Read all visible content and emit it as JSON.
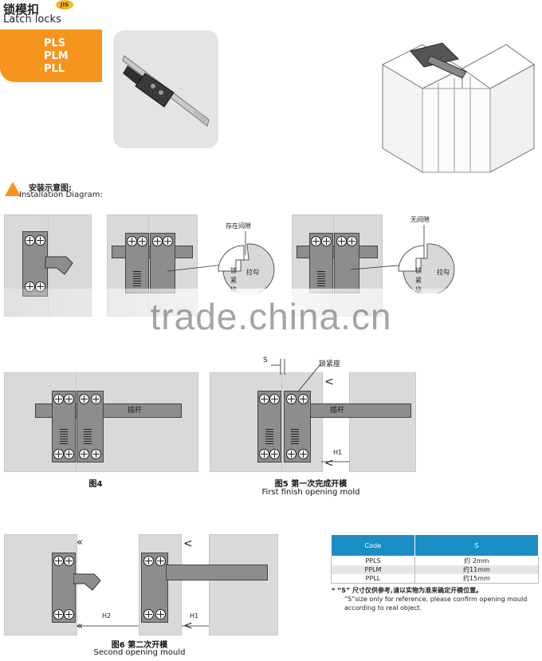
{
  "header": {
    "title_cn": "锁模扣",
    "badge": "JIS",
    "title_en": "Latch locks"
  },
  "models": [
    "PLS",
    "PLM",
    "PLL"
  ],
  "install": {
    "title_cn": "安装示意图:",
    "title_en": "Installation Diagram:"
  },
  "diagrams": {
    "gap_label": "存在间隙",
    "no_gap_label": "无间隙",
    "lock_tight_chars": [
      "锁",
      "紧",
      "块"
    ],
    "hook_label": "拉勾",
    "insert_rod": "插杆",
    "lock_seat": "锁紧座",
    "s_label": "S",
    "h1_label": "H1",
    "h2_label": "H2"
  },
  "captions": {
    "fig4": "图4",
    "fig5_cn": "图5 第一次完成开模",
    "fig5_en": "First finish opening mold",
    "fig6_cn": "图6 第二次开模",
    "fig6_en": "Second opening mould"
  },
  "spec_table": {
    "headers": [
      "Code",
      "S"
    ],
    "rows": [
      [
        "PPLS",
        "约  2mm"
      ],
      [
        "PPLM",
        "约11mm"
      ],
      [
        "PPLL",
        "约15mm"
      ]
    ]
  },
  "note": {
    "cn": "* “S” 尺寸仅供参考,请以实物为准来确定开模位置。",
    "en": "“S”size only for reference, please confirm opening mould according to real object."
  },
  "watermark": "trade.china.cn",
  "colors": {
    "orange": "#f7941d",
    "table_header": "#1b8fc4",
    "row_alt": "#e6e6e6"
  }
}
